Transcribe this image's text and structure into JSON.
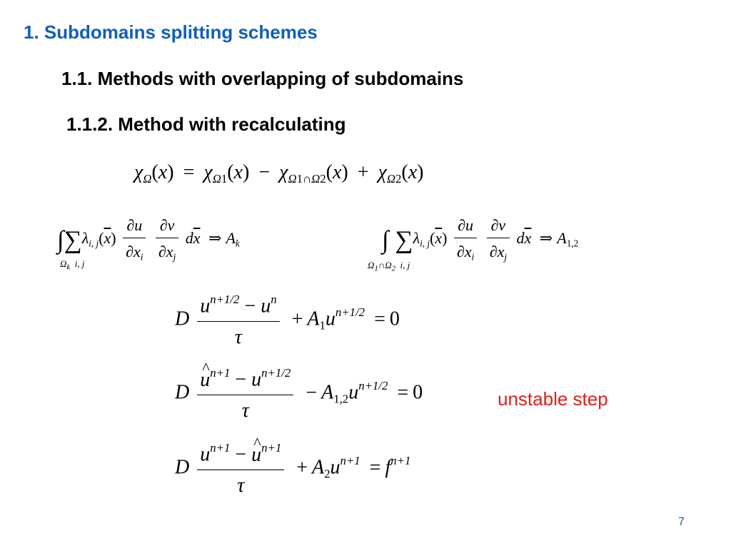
{
  "headings": {
    "h1": "1. Subdomains splitting schemes",
    "h2": "1.1. Methods with overlapping of subdomains",
    "h3": "1.1.2. Method with recalculating"
  },
  "annotation": "unstable step",
  "page_number": "7",
  "colors": {
    "heading_blue": "#1060b8",
    "annotation_red": "#e0201c"
  }
}
